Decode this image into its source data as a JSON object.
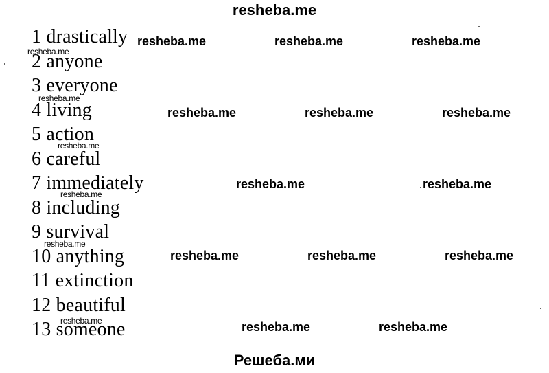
{
  "header": {
    "watermark": "resheba.me"
  },
  "footer": {
    "watermark": "Решеба.ми"
  },
  "answers": [
    {
      "number": "1",
      "word": "drastically"
    },
    {
      "number": "2",
      "word": "anyone"
    },
    {
      "number": "3",
      "word": "everyone"
    },
    {
      "number": "4",
      "word": "living"
    },
    {
      "number": "5",
      "word": "action"
    },
    {
      "number": "6",
      "word": "careful"
    },
    {
      "number": "7",
      "word": "immediately"
    },
    {
      "number": "8",
      "word": "including"
    },
    {
      "number": "9",
      "word": "survival"
    },
    {
      "number": "10",
      "word": "anything"
    },
    {
      "number": "11",
      "word": "extinction"
    },
    {
      "number": "12",
      "word": "beautiful"
    },
    {
      "number": "13",
      "word": "someone"
    }
  ],
  "watermarks": {
    "large_text": "resheba.me",
    "small_text": "resheba.me"
  }
}
